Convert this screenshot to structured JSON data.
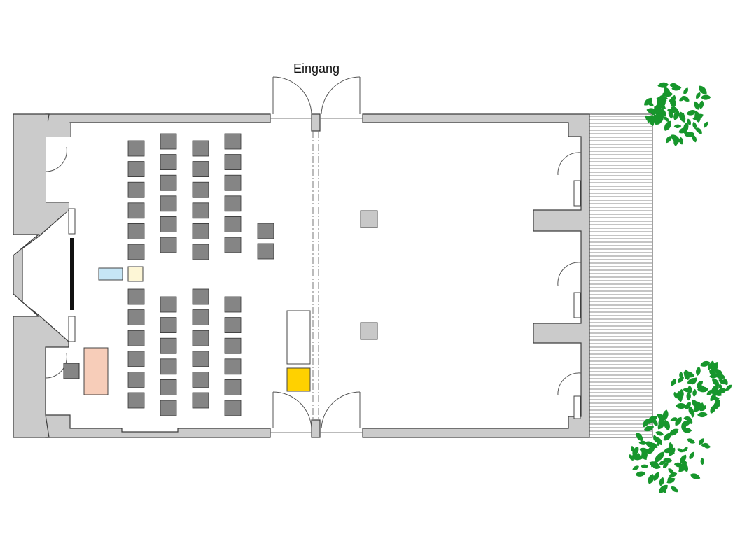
{
  "labels": {
    "entrance": "Eingang"
  },
  "colors": {
    "wall": "#cbcbcb",
    "outline": "#3c3c3c",
    "chair": "#858585",
    "pillar": "#c8c8c8",
    "screen": "#111111",
    "desk_salmon": "#f7cdb9",
    "table_blue": "#c6e6f6",
    "table_cream": "#fdf6d6",
    "yellow_block": "#ffd100",
    "foliage": "#17962c"
  },
  "icons": [
    "hatched-terrace",
    "door-swing",
    "tree-icon"
  ]
}
